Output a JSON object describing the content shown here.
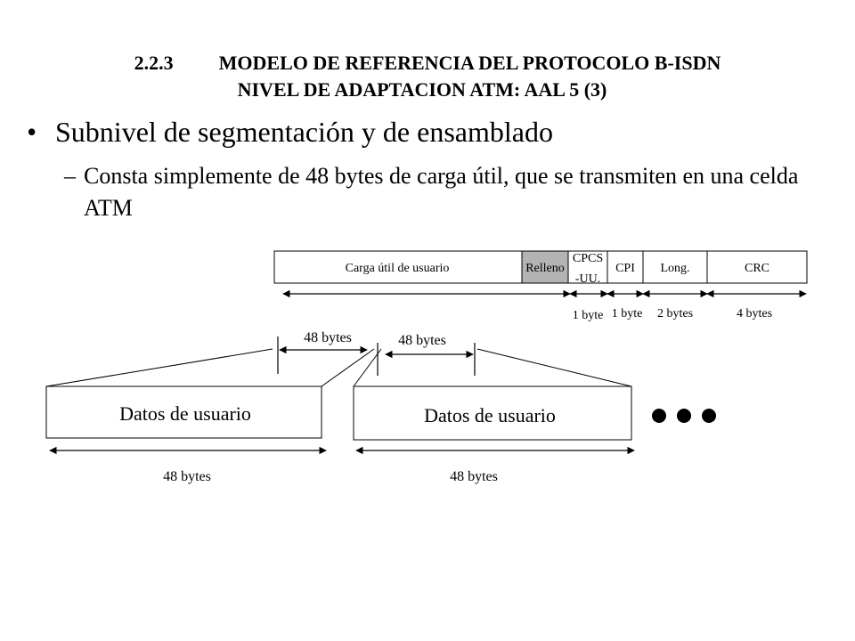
{
  "slide": {
    "title_number": "2.2.3",
    "title_line1": "MODELO DE REFERENCIA DEL PROTOCOLO B-ISDN",
    "title_line2": "NIVEL DE ADAPTACION ATM: AAL 5 (3)",
    "bullet_main": "Subnivel de segmentación y de ensamblado",
    "bullet_sub": "Consta simplemente de 48 bytes de carga útil, que se transmiten en una celda ATM"
  },
  "diagram": {
    "frame_fields": {
      "payload": "Carga útil de usuario",
      "padding": "Relleno",
      "cpcs_uu_line1": "CPCS",
      "cpcs_uu_line2": "-UU.",
      "cpi": "CPI",
      "length": "Long.",
      "crc": "CRC"
    },
    "frame_sizes": {
      "cpcs_uu": "1 byte",
      "cpi": "1 byte",
      "length": "2 bytes",
      "crc": "4 bytes"
    },
    "segment_top_labels": [
      "48 bytes",
      "48 bytes"
    ],
    "blocks": [
      {
        "label": "Datos de usuario",
        "size": "48 bytes"
      },
      {
        "label": "Datos de usuario",
        "size": "48 bytes"
      }
    ],
    "colors": {
      "padding_fill": "#b3b3b3"
    }
  }
}
